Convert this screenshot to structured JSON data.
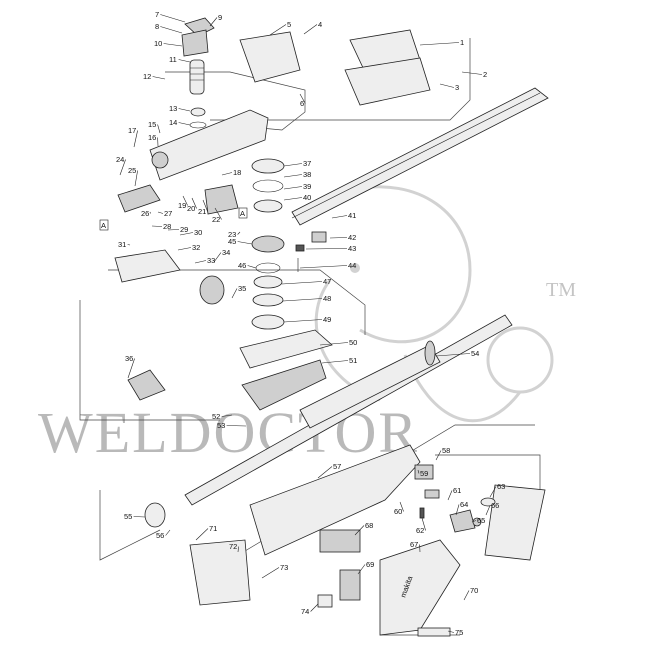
{
  "watermark": {
    "text": "WELDOCTOR",
    "tm": "TM"
  },
  "parts": [
    {
      "id": "p1",
      "label": "1"
    },
    {
      "id": "p2",
      "label": "2"
    },
    {
      "id": "p3",
      "label": "3"
    },
    {
      "id": "p4",
      "label": "4"
    },
    {
      "id": "p5",
      "label": "5"
    },
    {
      "id": "p6",
      "label": "6"
    },
    {
      "id": "p7",
      "label": "7"
    },
    {
      "id": "p8",
      "label": "8"
    },
    {
      "id": "p9",
      "label": "9"
    },
    {
      "id": "p10",
      "label": "10"
    },
    {
      "id": "p11",
      "label": "11"
    },
    {
      "id": "p12",
      "label": "12"
    },
    {
      "id": "p13",
      "label": "13"
    },
    {
      "id": "p14",
      "label": "14"
    },
    {
      "id": "p15",
      "label": "15"
    },
    {
      "id": "p16",
      "label": "16"
    },
    {
      "id": "p17",
      "label": "17"
    },
    {
      "id": "p18",
      "label": "18"
    },
    {
      "id": "p19",
      "label": "19"
    },
    {
      "id": "p20",
      "label": "20"
    },
    {
      "id": "p21",
      "label": "21"
    },
    {
      "id": "p22",
      "label": "22"
    },
    {
      "id": "p23",
      "label": "23"
    },
    {
      "id": "p24",
      "label": "24"
    },
    {
      "id": "p25",
      "label": "25"
    },
    {
      "id": "p26",
      "label": "26"
    },
    {
      "id": "p27",
      "label": "27"
    },
    {
      "id": "p28",
      "label": "28"
    },
    {
      "id": "p29",
      "label": "29"
    },
    {
      "id": "p30",
      "label": "30"
    },
    {
      "id": "p31",
      "label": "31"
    },
    {
      "id": "p32",
      "label": "32"
    },
    {
      "id": "p33",
      "label": "33"
    },
    {
      "id": "p34",
      "label": "34"
    },
    {
      "id": "p35",
      "label": "35"
    },
    {
      "id": "p36",
      "label": "36"
    },
    {
      "id": "p37",
      "label": "37"
    },
    {
      "id": "p38",
      "label": "38"
    },
    {
      "id": "p39",
      "label": "39"
    },
    {
      "id": "p40",
      "label": "40"
    },
    {
      "id": "p41",
      "label": "41"
    },
    {
      "id": "p42",
      "label": "42"
    },
    {
      "id": "p43",
      "label": "43"
    },
    {
      "id": "p44",
      "label": "44"
    },
    {
      "id": "p45",
      "label": "45"
    },
    {
      "id": "p46",
      "label": "46"
    },
    {
      "id": "p47",
      "label": "47"
    },
    {
      "id": "p48",
      "label": "48"
    },
    {
      "id": "p49",
      "label": "49"
    },
    {
      "id": "p50",
      "label": "50"
    },
    {
      "id": "p51",
      "label": "51"
    },
    {
      "id": "p52",
      "label": "52"
    },
    {
      "id": "p53",
      "label": "53"
    },
    {
      "id": "p54",
      "label": "54"
    },
    {
      "id": "p55",
      "label": "55"
    },
    {
      "id": "p56",
      "label": "56"
    },
    {
      "id": "p57",
      "label": "57"
    },
    {
      "id": "p58",
      "label": "58"
    },
    {
      "id": "p59",
      "label": "59"
    },
    {
      "id": "p60",
      "label": "60"
    },
    {
      "id": "p61",
      "label": "61"
    },
    {
      "id": "p62",
      "label": "62"
    },
    {
      "id": "p63",
      "label": "63"
    },
    {
      "id": "p64",
      "label": "64"
    },
    {
      "id": "p65",
      "label": "65"
    },
    {
      "id": "p66",
      "label": "66"
    },
    {
      "id": "p67",
      "label": "67"
    },
    {
      "id": "p68",
      "label": "68"
    },
    {
      "id": "p69",
      "label": "69"
    },
    {
      "id": "p70",
      "label": "70"
    },
    {
      "id": "p71",
      "label": "71"
    },
    {
      "id": "p72",
      "label": "72"
    },
    {
      "id": "p73",
      "label": "73"
    },
    {
      "id": "p74",
      "label": "74"
    },
    {
      "id": "p75",
      "label": "75"
    }
  ],
  "section_marks": [
    {
      "id": "a1",
      "label": "A"
    },
    {
      "id": "a2",
      "label": "A"
    }
  ],
  "brand_text": "makita"
}
